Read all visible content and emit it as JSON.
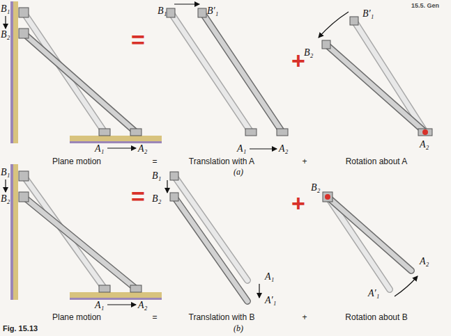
{
  "diagram": {
    "caption": "Fig. 15.13",
    "labels": [
      "15.5. Gen",
      "B₁",
      "B₂",
      "A₁",
      "A₂",
      "=",
      "B₁",
      "B′₁",
      "A₁",
      "A₂",
      "+",
      "B′₁",
      "B₂",
      "A₂",
      "Plane motion",
      "=",
      "Translation with A",
      "+",
      "Rotation about A",
      "(a)",
      "B₁",
      "B₂",
      "A₁",
      "A₂",
      "=",
      "B₁",
      "B₂",
      "A₁",
      "A′₁",
      "+",
      "B₂",
      "A₂",
      "A′₁",
      "Plane motion",
      "=",
      "Translation with B",
      "+",
      "Rotation about B",
      "(b)"
    ]
  }
}
